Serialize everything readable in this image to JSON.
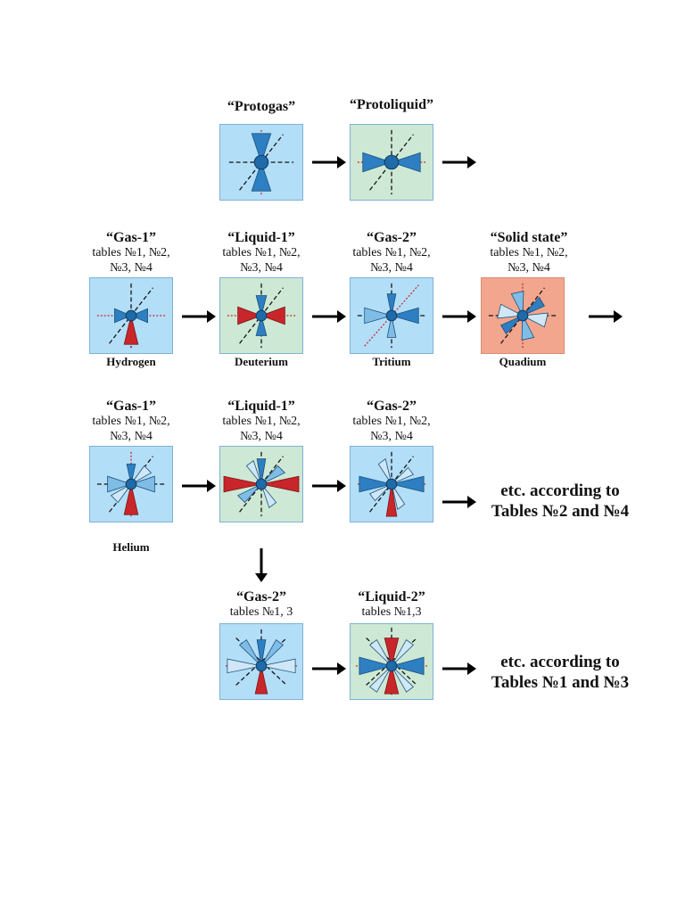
{
  "colors": {
    "gas": "#b3def7",
    "liquid": "#cde8d4",
    "solid": "#f2a68e",
    "cone_blue": "#2d7fc1",
    "cone_red": "#c8262a"
  },
  "row1": {
    "protogas": {
      "title": "“Protogas”"
    },
    "protoliquid": {
      "title": "“Protoliquid”"
    }
  },
  "row2": {
    "gas1": {
      "title": "“Gas-1”",
      "sub1": "tables №1, №2,",
      "sub2": "№3, №4",
      "caption": "Hydrogen"
    },
    "liquid1": {
      "title": "“Liquid-1”",
      "sub1": "tables №1, №2,",
      "sub2": "№3, №4",
      "caption": "Deuterium"
    },
    "gas2": {
      "title": "“Gas-2”",
      "sub1": "tables №1, №2,",
      "sub2": "№3, №4",
      "caption": "Tritium"
    },
    "solid": {
      "title": "“Solid state”",
      "sub1": "tables №1, №2,",
      "sub2": "№3, №4",
      "caption": "Quadium"
    }
  },
  "row3": {
    "gas1": {
      "title": "“Gas-1”",
      "sub1": "tables №1, №2,",
      "sub2": "№3, №4",
      "caption": "Helium"
    },
    "liquid1": {
      "title": "“Liquid-1”",
      "sub1": "tables №1, №2,",
      "sub2": "№3, №4"
    },
    "gas2": {
      "title": "“Gas-2”",
      "sub1": "tables №1, №2,",
      "sub2": "№3, №4"
    },
    "etc_line1": "etc. according to",
    "etc_line2": "Tables №2 and №4"
  },
  "row4": {
    "gas2": {
      "title": "“Gas-2”",
      "sub1": "tables №1, 3"
    },
    "liquid2": {
      "title": "“Liquid-2”",
      "sub1": "tables №1,3"
    },
    "etc_line1": "etc. according to",
    "etc_line2": "Tables №1 and №3"
  }
}
